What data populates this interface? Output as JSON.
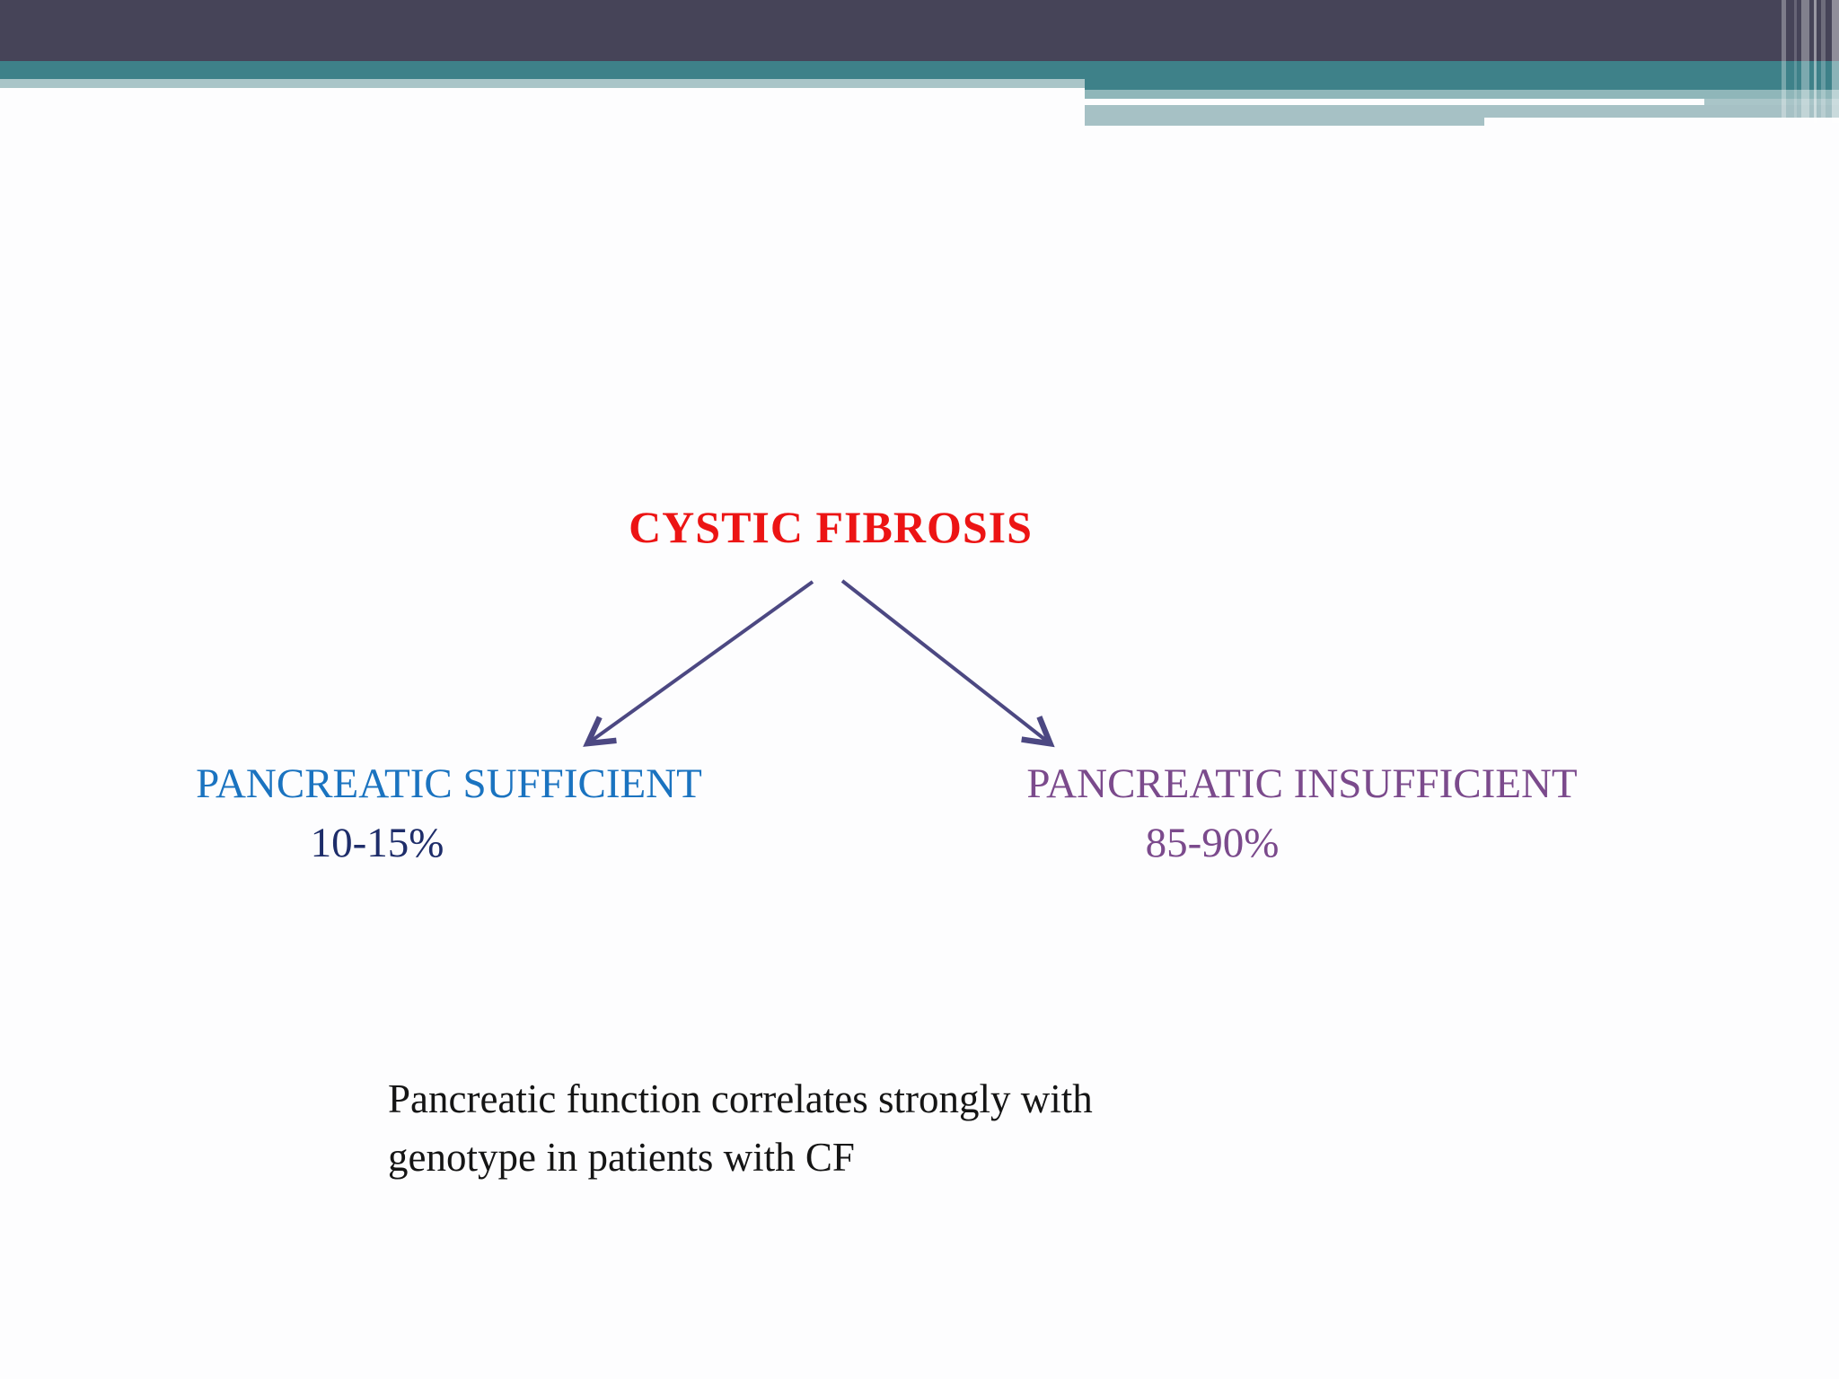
{
  "slide": {
    "title": "CYSTIC FIBROSIS",
    "branches": [
      {
        "label": "PANCREATIC SUFFICIENT",
        "percent": "10-15%"
      },
      {
        "label": "PANCREATIC INSUFFICIENT",
        "percent": "85-90%"
      }
    ],
    "note": "Pancreatic function correlates strongly with\ngenotype in patients with CF"
  },
  "colors": {
    "title_red": "#ec1414",
    "branch_left_label_blue": "#1a73c0",
    "branch_left_percent_navy": "#1e2d6a",
    "branch_right_purple": "#7b4a8c",
    "arrow_purple": "#4c4882",
    "header_dark_slate": "#464458",
    "header_teal": "#3e8189",
    "header_light_blue": "#a9c5c8"
  }
}
